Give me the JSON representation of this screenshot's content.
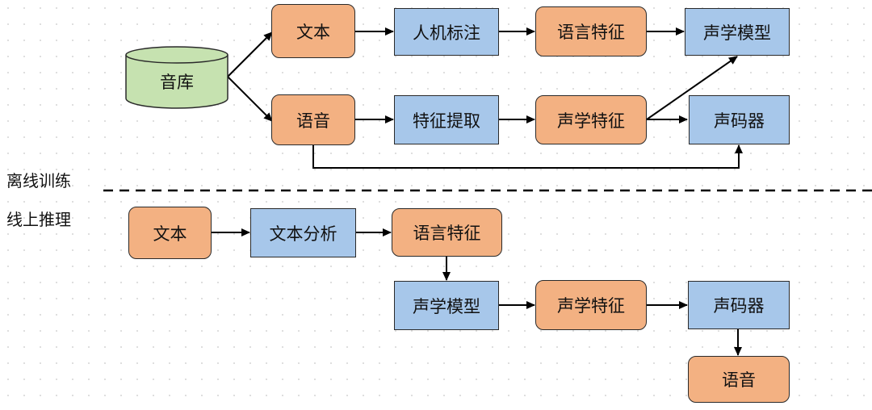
{
  "sections": {
    "offline_label": "离线训练",
    "online_label": "线上推理"
  },
  "offline": {
    "database": "音库",
    "text": "文本",
    "speech": "语音",
    "manual_annotation": "人机标注",
    "linguistic_features": "语言特征",
    "feature_extraction": "特征提取",
    "acoustic_features": "声学特征",
    "acoustic_model": "声学模型",
    "vocoder": "声码器"
  },
  "online": {
    "text": "文本",
    "text_analysis": "文本分析",
    "linguistic_features": "语言特征",
    "acoustic_model": "声学模型",
    "acoustic_features": "声学特征",
    "vocoder": "声码器",
    "speech": "语音"
  },
  "colors": {
    "data_node": "#f3b182",
    "process_node": "#a7c7ea",
    "database": "#c6e2b0"
  }
}
